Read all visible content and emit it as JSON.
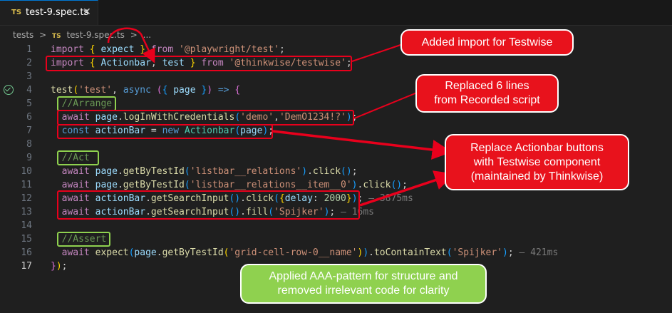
{
  "tab": {
    "badge": "TS",
    "title": "test-9.spec.ts",
    "close": "✕"
  },
  "breadcrumb": {
    "folder": "tests",
    "sep1": ">",
    "badge": "TS",
    "file": "test-9.spec.ts",
    "sep2": ">",
    "more": "..."
  },
  "lines": [
    "1",
    "2",
    "3",
    "4",
    "5",
    "6",
    "7",
    "8",
    "9",
    "10",
    "11",
    "12",
    "13",
    "14",
    "15",
    "16",
    "17"
  ],
  "callouts": {
    "import": "Added import for Testwise",
    "replaced": "Replaced 6 lines\nfrom Recorded script",
    "actionbar": "Replace Actionbar buttons\nwith Testwise component\n(maintained by Thinkwise)",
    "aaa": "Applied AAA-pattern for structure and\nremoved irrelevant code for clarity"
  },
  "timings": {
    "l12": "— 3875ms",
    "l13": "— 16ms",
    "l16": "— 421ms"
  },
  "colors": {
    "callout_red": "#e8121c",
    "callout_green": "#8fd14f",
    "editor_bg": "#1f1f1f"
  }
}
